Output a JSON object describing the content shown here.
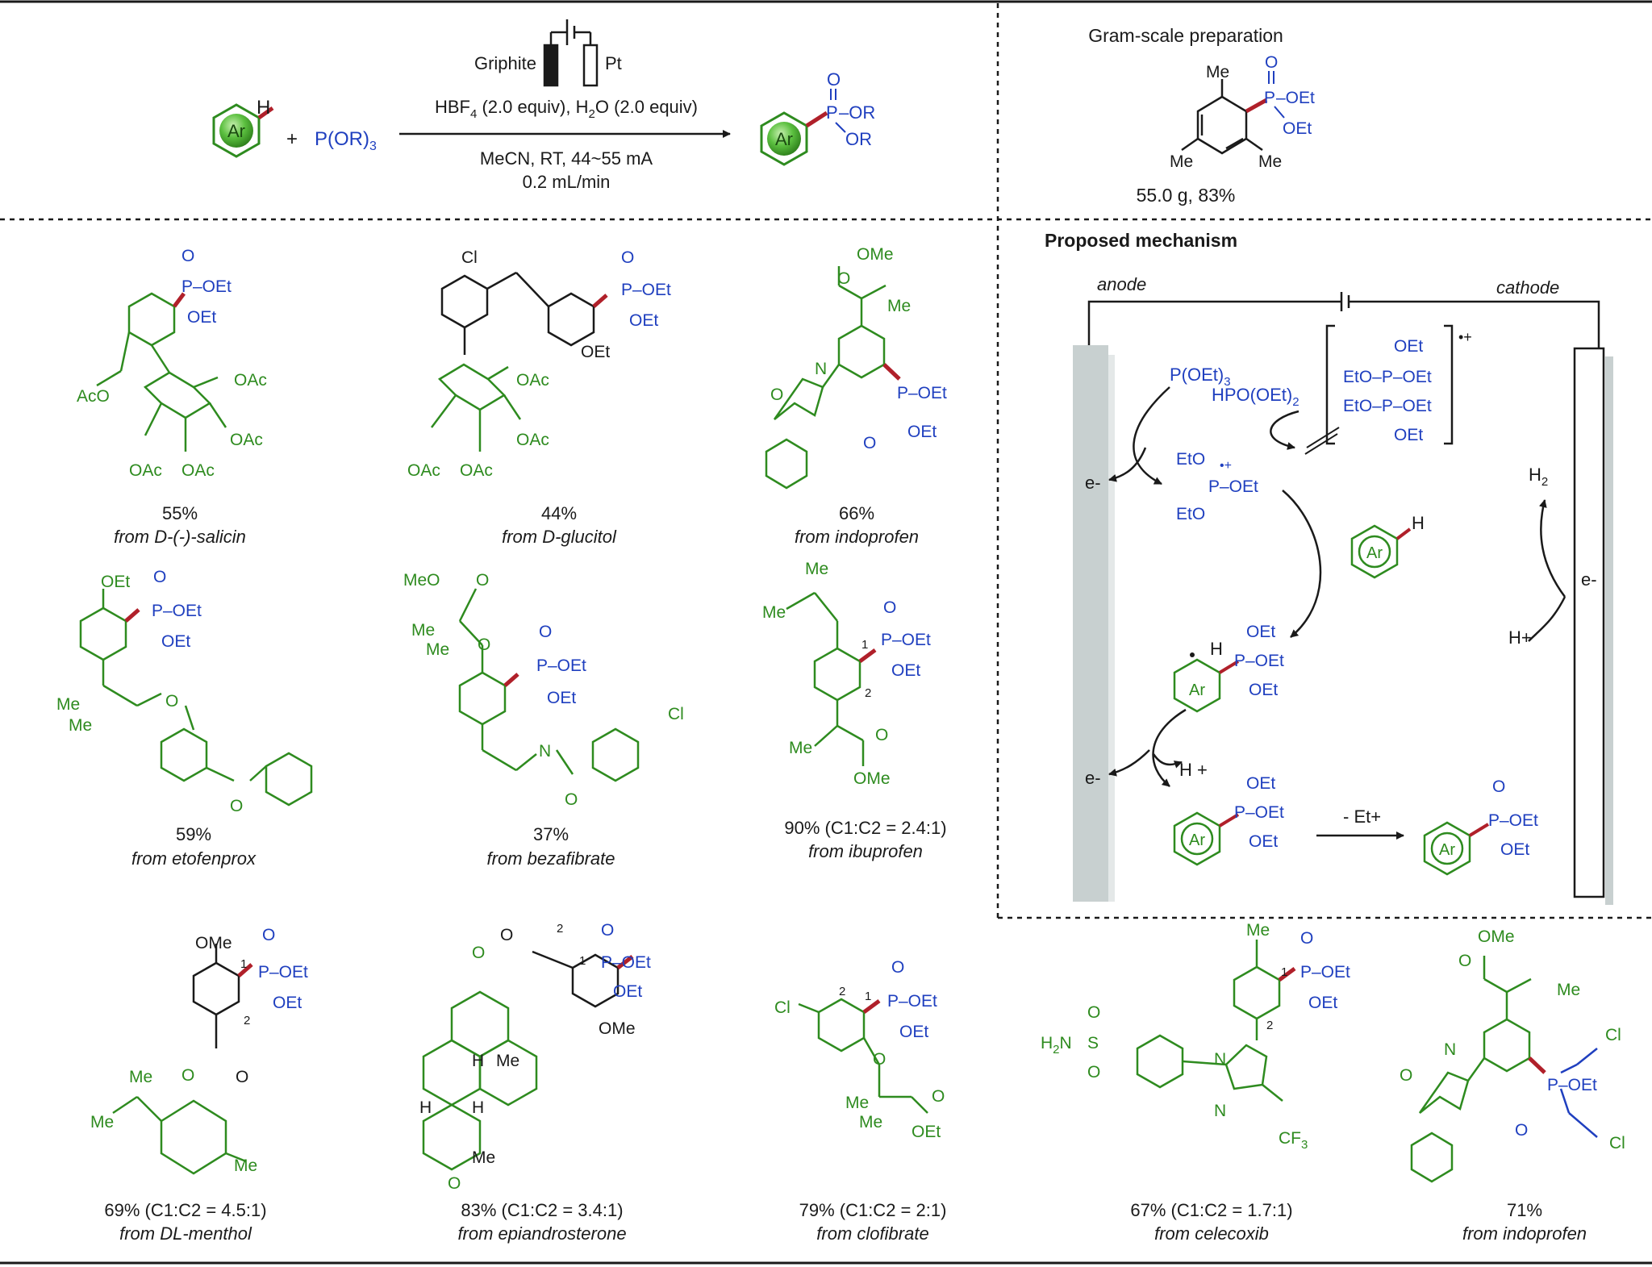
{
  "colors": {
    "green": "#2e8b1f",
    "blue": "#1f3fbf",
    "red": "#b0202a",
    "black": "#1a1a1a",
    "electrode": "#c8d0d0"
  },
  "reaction": {
    "electrode_left": "Griphite",
    "electrode_right": "Pt",
    "conditions_1": "HBF4 (2.0 equiv), H2O (2.0 equiv)",
    "conditions_2": "MeCN, RT, 44~55 mA",
    "conditions_3": "0.2 mL/min",
    "reactant_ring": "Ar",
    "reactant_h": "H",
    "plus": "+",
    "phosphite": "P(OR)3",
    "product_ring": "Ar",
    "product_o": "O",
    "product_p": "P",
    "product_or1": "–OR",
    "product_or2": "OR"
  },
  "gram_scale": {
    "title": "Gram-scale preparation",
    "result": "55.0 g, 83%",
    "labels": {
      "me_top": "Me",
      "me_left": "Me",
      "me_right": "Me",
      "o": "O",
      "p": "P",
      "oet1": "–OEt",
      "oet2": "OEt"
    }
  },
  "mechanism": {
    "title": "Proposed mechanism",
    "anode": "anode",
    "cathode": "cathode",
    "p_oet3": "P(OEt)3",
    "hpo_oet2": "HPO(OEt)2",
    "dimer_charge": "•+",
    "e_anode_1": "e-",
    "e_anode_2": "e-",
    "e_cathode": "e-",
    "h2": "H2",
    "h_plus_cathode": "H+",
    "h_plus_released": "H +",
    "radical_cation_eto1": "EtO",
    "radical_cation_p": "P–OEt",
    "radical_cation_eto2": "EtO",
    "radical_cation_charge": "•+",
    "arene_ring": "Ar",
    "arene_h": "H",
    "sigma_ring": "Ar",
    "sigma_h": "H",
    "phosphonium_ring": "Ar",
    "final_ring": "Ar",
    "loss_et": "- Et+",
    "oet": "OEt",
    "p_oet": "P–OEt",
    "o": "O"
  },
  "products": [
    {
      "yield": "55%",
      "source": "from D-(-)-salicin"
    },
    {
      "yield": "44%",
      "source": "from D-glucitol"
    },
    {
      "yield": "66%",
      "source": "from indoprofen"
    },
    {
      "yield": "59%",
      "source": "from etofenprox"
    },
    {
      "yield": "37%",
      "source": "from bezafibrate"
    },
    {
      "yield": "90% (C1:C2 = 2.4:1)",
      "source": "from ibuprofen"
    },
    {
      "yield": "69% (C1:C2 = 4.5:1)",
      "source": "from DL-menthol"
    },
    {
      "yield": "83% (C1:C2 = 3.4:1)",
      "source": "from epiandrosterone"
    },
    {
      "yield": "79% (C1:C2 = 2:1)",
      "source": "from clofibrate"
    },
    {
      "yield": "67% (C1:C2 = 1.7:1)",
      "source": "from celecoxib"
    },
    {
      "yield": "71%",
      "source": "from indoprofen"
    }
  ],
  "structure_labels": {
    "oet": "OEt",
    "p_oet": "P–OEt",
    "o": "O",
    "me": "Me",
    "ome": "OMe",
    "oac": "OAc",
    "aco": "AcO",
    "cl": "Cl",
    "n": "N",
    "nh": "N",
    "h": "H",
    "meo": "MeO",
    "c1": "1",
    "c2": "2",
    "cf3": "CF3",
    "h2n": "H2N",
    "s": "S",
    "oet_ester": "OEt"
  }
}
